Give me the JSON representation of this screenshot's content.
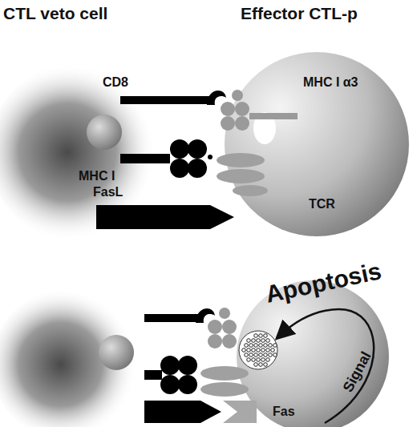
{
  "diagram": {
    "labels": [
      "CTL veto cell",
      "Effector CTL-p",
      "CD8",
      "MHC I",
      "FasL",
      "MHC I α3",
      "TCR",
      "Apoptosis",
      "Signal",
      "Fas"
    ]
  }
}
